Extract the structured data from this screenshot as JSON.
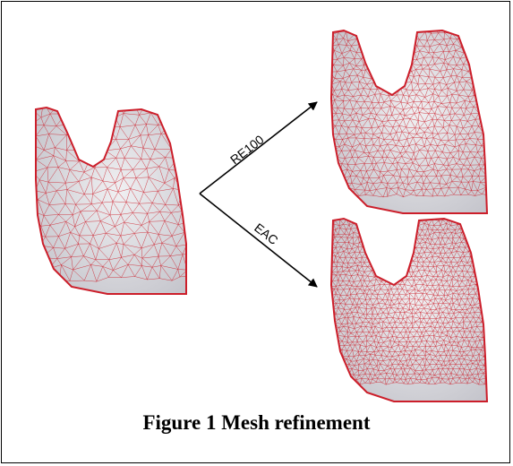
{
  "figure": {
    "caption": "Figure 1 Mesh refinement",
    "arrow_labels": {
      "upper": "RE100",
      "lower": "EAC"
    }
  },
  "colors": {
    "mesh_fill": "#e6e6e9",
    "mesh_shade": "#c9c9cf",
    "mesh_edge": "#cc1e2a",
    "arrow": "#000000",
    "border": "#000000"
  },
  "meshes": [
    {
      "name": "original-mesh",
      "density": "coarse"
    },
    {
      "name": "re100-mesh",
      "density": "fine"
    },
    {
      "name": "eac-mesh",
      "density": "very-fine"
    }
  ]
}
